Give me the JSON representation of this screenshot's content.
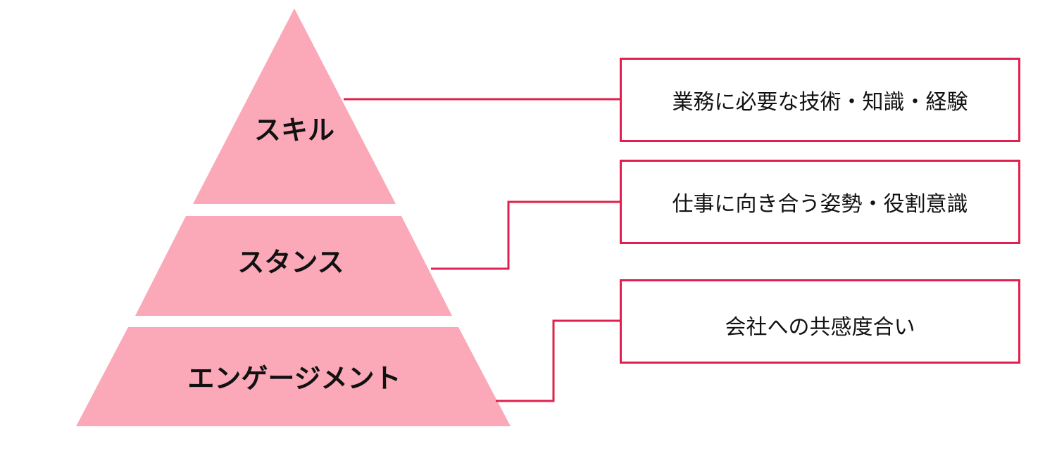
{
  "colors": {
    "tier_fill": "#fba8b8",
    "connector": "#e0204e",
    "box_border": "#e0204e",
    "text": "#111111"
  },
  "pyramid": {
    "tiers": [
      {
        "label": "スキル"
      },
      {
        "label": "スタンス"
      },
      {
        "label": "エンゲージメント"
      }
    ]
  },
  "descriptions": [
    {
      "text": "業務に必要な技術・知識・経験"
    },
    {
      "text": "仕事に向き合う姿勢・役割意識"
    },
    {
      "text": "会社への共感度合い"
    }
  ]
}
